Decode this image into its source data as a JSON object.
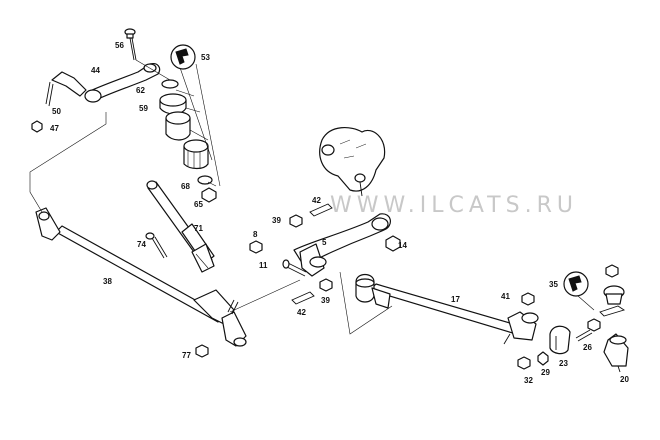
{
  "watermark": "WWW.ILCATS.RU",
  "callouts": {
    "p56": "56",
    "p53": "53",
    "p44": "44",
    "p62": "62",
    "p59": "59",
    "p50": "50",
    "p47": "47",
    "p68": "68",
    "p65": "65",
    "p71": "71",
    "p74": "74",
    "p38": "38",
    "p77": "77",
    "p42a": "42",
    "p39a": "39",
    "p8": "8",
    "p5": "5",
    "p14": "14",
    "p11": "11",
    "p39b": "39",
    "p42b": "42",
    "p17": "17",
    "p41": "41",
    "p35": "35",
    "p26": "26",
    "p23": "23",
    "p29": "29",
    "p32": "32",
    "p20": "20"
  }
}
